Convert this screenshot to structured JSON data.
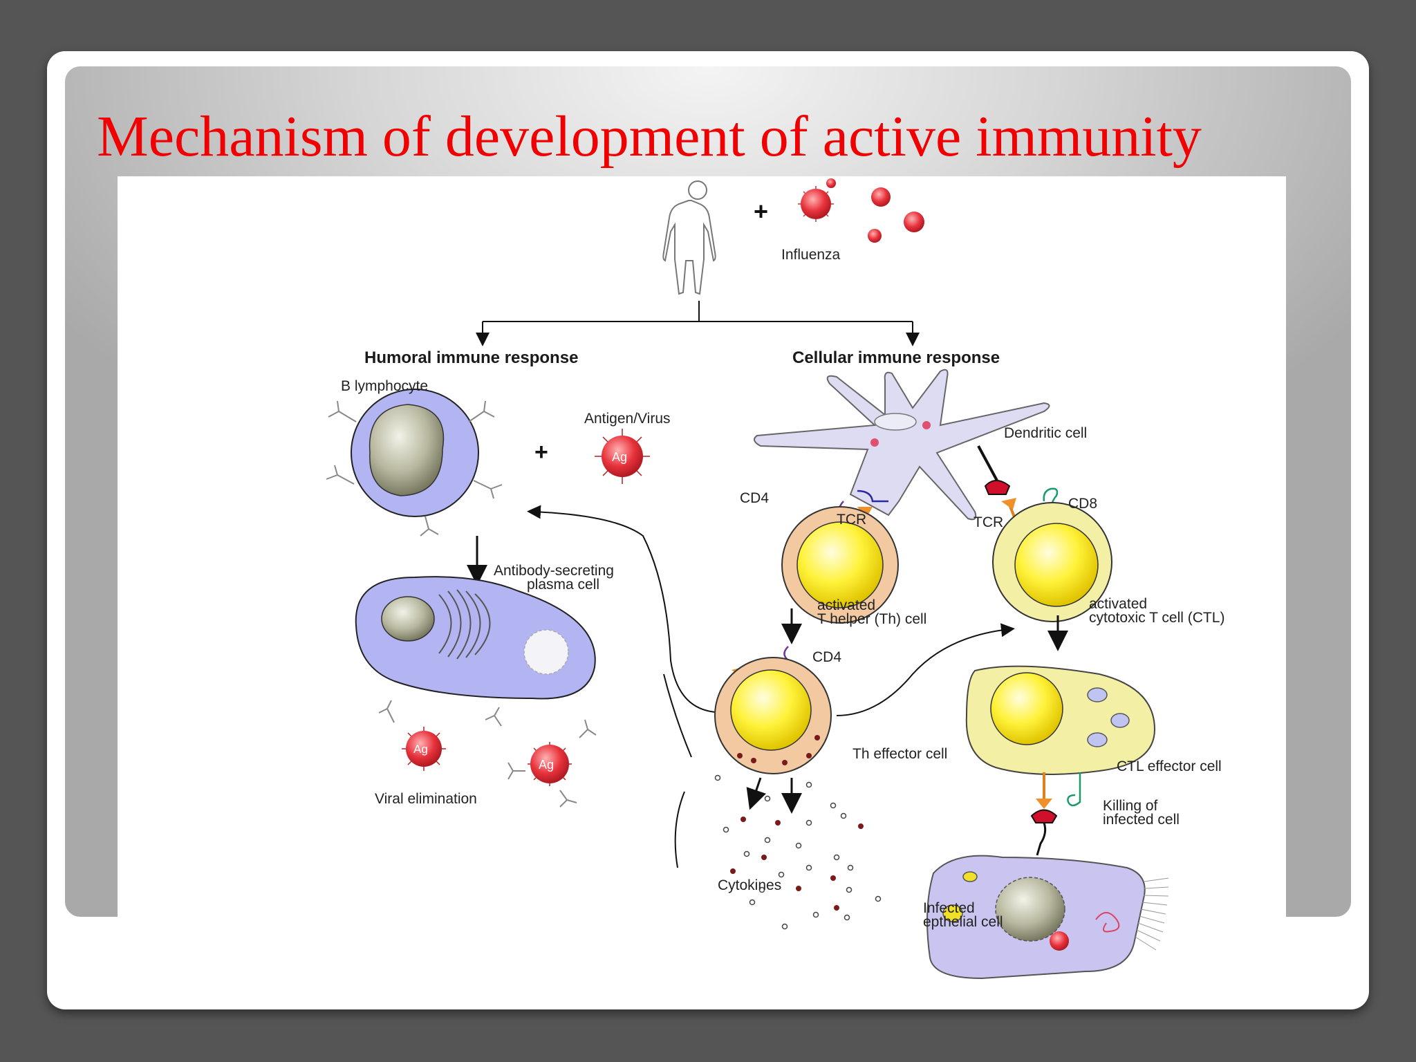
{
  "slide": {
    "title": "Mechanism of development of active immunity"
  },
  "figure": {
    "top": {
      "influenza_label": "Influenza",
      "plus": "+"
    },
    "humoral": {
      "heading": "Humoral immune response",
      "b_lymphocyte_label": "B lymphocyte",
      "antigen_virus_label": "Antigen/Virus",
      "antigen_tag": "Ag",
      "plus": "+",
      "plasma_cell_label_line1": "Antibody-secreting",
      "plasma_cell_label_line2": "plasma cell",
      "viral_elimination_label": "Viral elimination"
    },
    "cellular": {
      "heading": "Cellular immune response",
      "dendritic_cell_label": "Dendritic cell",
      "cd4_label": "CD4",
      "tcr_label": "TCR",
      "cd8_label": "CD8",
      "th_cell_label_line1": "activated",
      "th_cell_label_line2": "T helper (Th) cell",
      "ctl_label_line1": "activated",
      "ctl_label_line2": "cytotoxic T cell (CTL)",
      "th_effector_label": "Th effector cell",
      "ctl_effector_label": "CTL effector cell",
      "killing_label_line1": "Killing of",
      "killing_label_line2": "infected cell",
      "cytokines_label": "Cytokines",
      "infected_cell_label_line1": "Infected",
      "infected_cell_label_line2": "epthelial cell"
    }
  },
  "colors": {
    "title": "#f00000",
    "b_cell": "#b3b4f2",
    "t_cell_membrane": "#f2c9a0",
    "t_cell_nucleus": "#fff23a",
    "virus": "#e8323c",
    "ctl_effector": "#f3f0a6",
    "infected_cell": "#c9c4f0"
  }
}
